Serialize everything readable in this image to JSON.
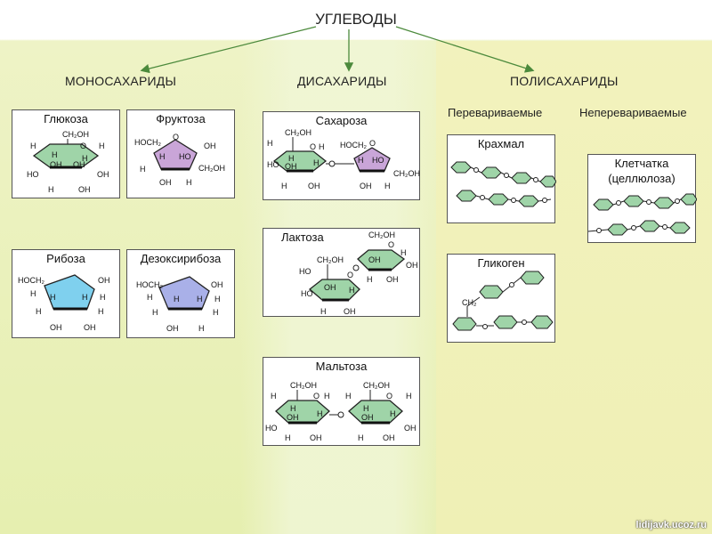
{
  "title": "УГЛЕВОДЫ",
  "categories": {
    "mono": "МОНОСАХАРИДЫ",
    "di": "ДИСАХАРИДЫ",
    "poly": "ПОЛИСАХАРИДЫ"
  },
  "poly_sub": {
    "digestible": "Перевариваемые",
    "indigestible": "Неперевариваемые"
  },
  "mono": {
    "glucose": "Глюкоза",
    "fructose": "Фруктоза",
    "ribose": "Рибоза",
    "deoxyribose": "Дезоксирибоза"
  },
  "di": {
    "sucrose": "Сахароза",
    "lactose": "Лактоза",
    "maltose": "Мальтоза"
  },
  "poly": {
    "starch": "Крахмал",
    "glycogen": "Гликоген",
    "cellulose_1": "Клетчатка",
    "cellulose_2": "(целлюлоза)"
  },
  "atoms": {
    "h": "H",
    "oh": "OH",
    "ho": "HO",
    "o": "O",
    "ch2oh": "CH₂OH",
    "hoch2": "HOCH₂",
    "ch2": "CH₂"
  },
  "colors": {
    "hex_fill": "#9fd4a8",
    "fructose_fill": "#c9a5d8",
    "ribose_fill": "#7fd0ee",
    "deoxy_fill": "#a9b0e8",
    "arrow": "#4c8a3c"
  },
  "watermark": "lidijavk.ucoz.ru"
}
